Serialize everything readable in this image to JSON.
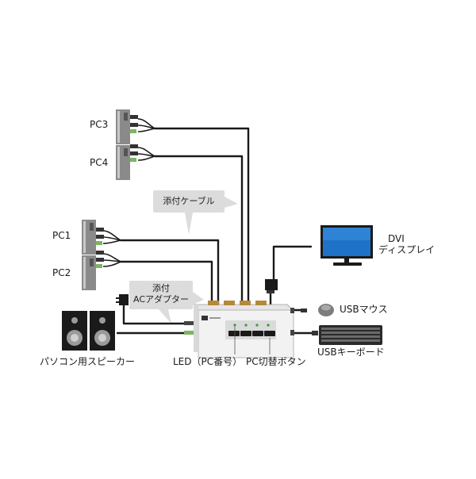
{
  "labels": {
    "pc3": "PC3",
    "pc4": "PC4",
    "pc1": "PC1",
    "pc2": "PC2",
    "cable_callout": "添付ケーブル",
    "adapter_callout_line1": "添付",
    "adapter_callout_line2": "ACアダプター",
    "dvi_line1": "DVI",
    "dvi_line2": "ディスプレイ",
    "usb_mouse": "USBマウス",
    "usb_keyboard": "USBキーボード",
    "speaker": "パソコン用スピーカー",
    "led": "LED（PC番号）",
    "switch_button": "PC切替ボタン"
  },
  "colors": {
    "cable": "#1a1a1a",
    "callout_bg": "#dcdcdc",
    "pc_body": "#8a8a8a",
    "monitor_screen": "#1e73c8",
    "led_green": "#2e9e3a",
    "audio_green": "#7bb661"
  }
}
